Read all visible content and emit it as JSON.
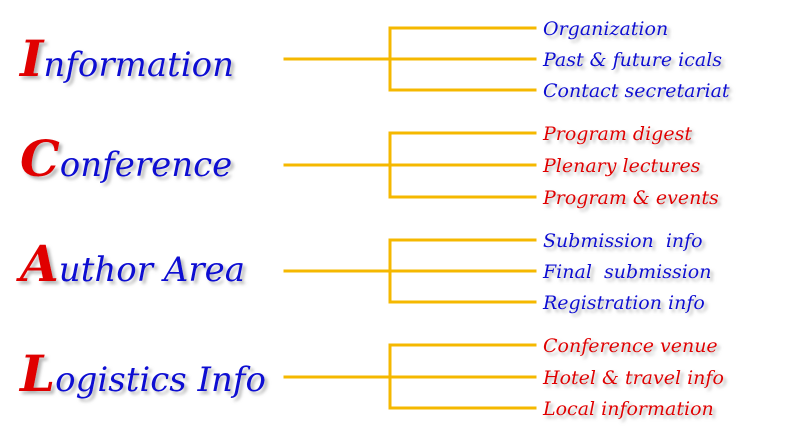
{
  "colors": {
    "connector": "#f5b800",
    "heading_initial": "#e00000",
    "heading_rest": "#0a0ad2",
    "link_blue": "#0a0ad2",
    "link_red": "#e00000",
    "shadow": "#b9b9b9"
  },
  "sections": [
    {
      "initial": "I",
      "rest": "nformation",
      "link_color": "blue",
      "links": [
        "Organization",
        "Past & future icals",
        "Contact secretariat"
      ]
    },
    {
      "initial": "C",
      "rest": "onference",
      "link_color": "red",
      "links": [
        "Program digest",
        "Plenary lectures",
        "Program & events"
      ]
    },
    {
      "initial": "A",
      "rest": "uthor Area",
      "link_color": "blue",
      "links": [
        "Submission  info",
        "Final  submission",
        "Registration info"
      ]
    },
    {
      "initial": "L",
      "rest": "ogistics Info",
      "link_color": "red",
      "links": [
        "Conference venue",
        "Hotel & travel info",
        "Local information"
      ]
    }
  ]
}
